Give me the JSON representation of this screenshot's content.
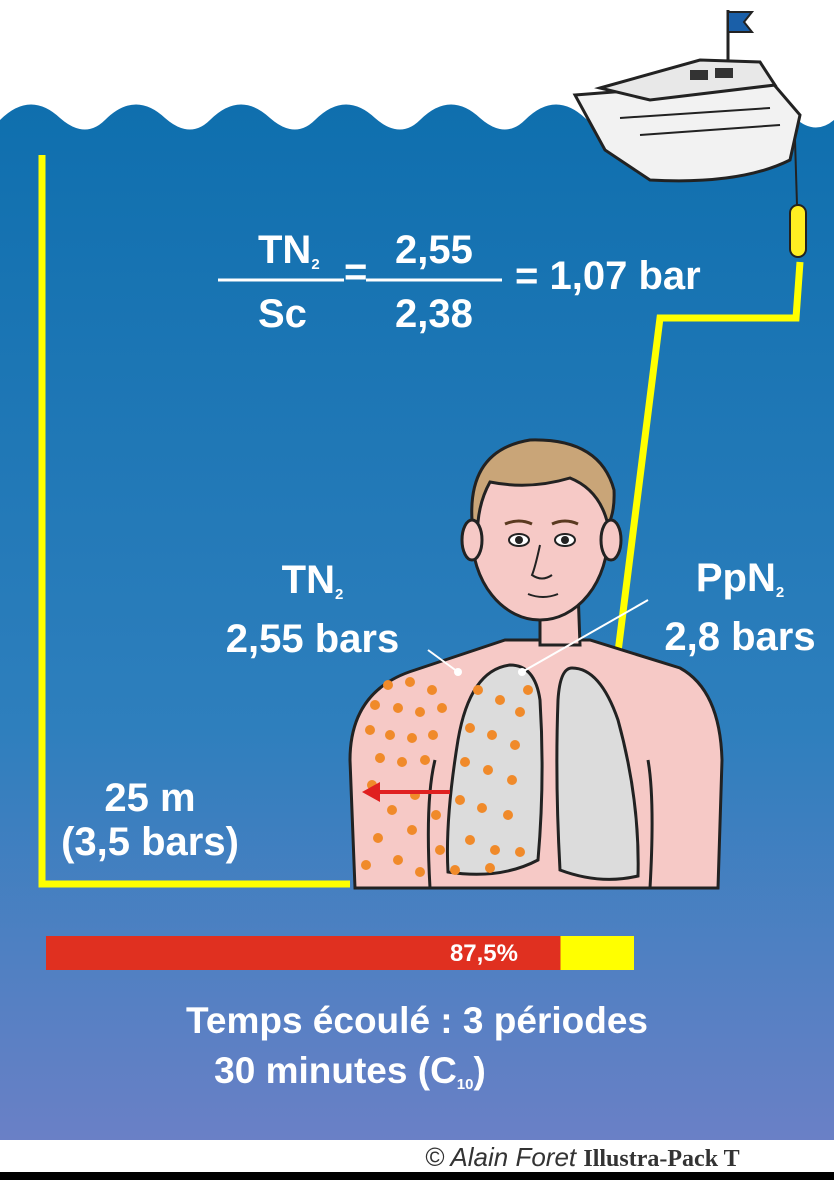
{
  "formula": {
    "tn2": "TN",
    "tn2_sub": "2",
    "sc": "Sc",
    "numerator": "2,55",
    "denominator": "2,38",
    "equals": "=",
    "result": "= 1,07 bar"
  },
  "tissue_label": {
    "name": "TN",
    "sub": "2",
    "value": "2,55 bars"
  },
  "pressure_label": {
    "name": "PpN",
    "sub": "2",
    "value": "2,8 bars"
  },
  "depth": {
    "value": "25 m",
    "pressure": "(3,5 bars)"
  },
  "saturation": {
    "label": "87,5%",
    "fraction": 0.875
  },
  "elapsed": {
    "line1": "Temps écoulé : 3 périodes",
    "line2_prefix": "30 minutes (C",
    "line2_sub": "10",
    "line2_suffix": ")"
  },
  "copyright": {
    "author": "© Alain Foret",
    "brand": "Illustra-Pack T"
  },
  "colors": {
    "water_top": "#0f6fae",
    "water_bottom": "#6a80c6",
    "dive_profile": "#ffff00",
    "progress_fill": "#e03020",
    "progress_rest": "#ffff00",
    "arrow": "#e02020",
    "skin": "#f6c9c6",
    "bubbles": "#f08a2a"
  }
}
